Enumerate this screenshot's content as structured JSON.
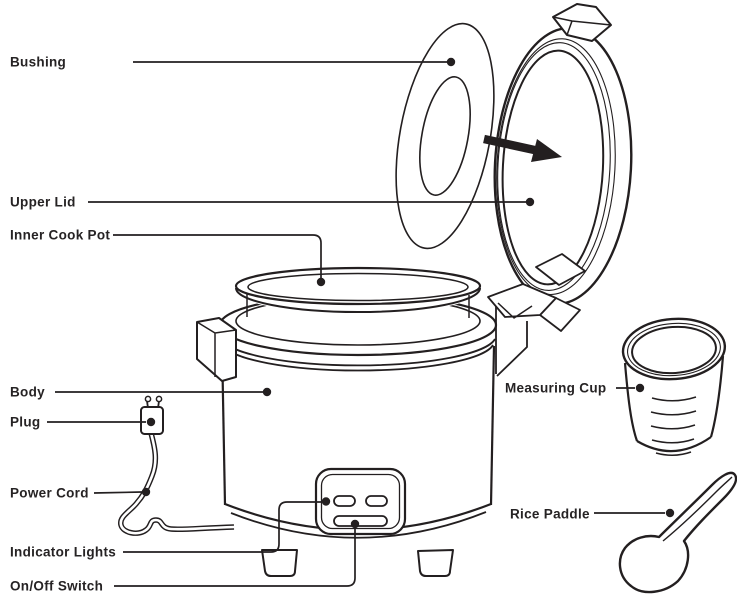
{
  "figure": {
    "description": "Rice cooker exploded parts diagram, black line art on white",
    "colors": {
      "ink": "#231f20",
      "background": "#ffffff"
    },
    "labels": {
      "bushing": "Bushing",
      "upper_lid": "Upper Lid",
      "inner_cook_pot": "Inner Cook Pot",
      "body": "Body",
      "plug": "Plug",
      "power_cord": "Power Cord",
      "indicator_lights": "Indicator Lights",
      "on_off_switch": "On/Off Switch",
      "measuring_cup": "Measuring Cup",
      "rice_paddle": "Rice Paddle"
    }
  }
}
